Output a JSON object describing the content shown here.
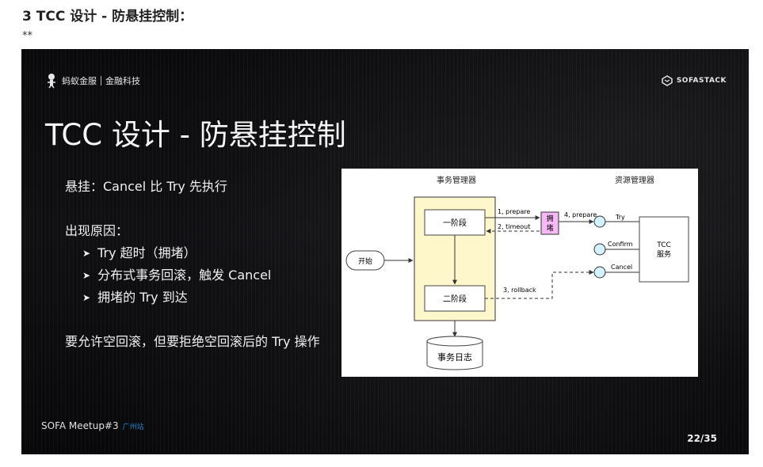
{
  "heading": "3 TCC 设计 - 防悬挂控制：",
  "stars": "**",
  "slide": {
    "brand": {
      "name": "蚂蚁金服",
      "sub": "金融科技"
    },
    "sofa_logo": "SOFASTACK",
    "title": "TCC 设计 - 防悬挂控制",
    "line1": "悬挂：Cancel 比 Try 先执行",
    "line2": "出现原因：",
    "subs": [
      "Try 超时（拥堵）",
      "分布式事务回滚，触发 Cancel",
      "拥堵的 Try 到达"
    ],
    "line3": "要允许空回滚，但要拒绝空回滚后的 Try 操作",
    "footer": "SOFA Meetup#3",
    "footer_city": "广州站",
    "page": "22/35"
  },
  "diagram": {
    "tx_manager": "事务管理器",
    "res_manager": "资源管理器",
    "phase1": "一阶段",
    "phase2": "二阶段",
    "start": "开始",
    "tx_log": "事务日志",
    "congest_1": "拥",
    "congest_2": "堵",
    "prepare1": "1, prepare",
    "timeout": "2, timeout",
    "prepare4": "4, prepare",
    "rollback": "3, rollback",
    "try": "Try",
    "confirm": "Confirm",
    "cancel": "Cancel",
    "tcc_1": "TCC",
    "tcc_2": "服务"
  },
  "colors": {
    "slide_bg": "#0c0c0e",
    "phase_panel": "#fff7cc",
    "congest_box": "#f6b9f6",
    "port_circle": "#d4f1ff",
    "footer_city": "#1f86c6"
  },
  "icons": [
    "ant-mascot-icon",
    "sofastack-logo-icon",
    "bullet-arrow-icon"
  ]
}
